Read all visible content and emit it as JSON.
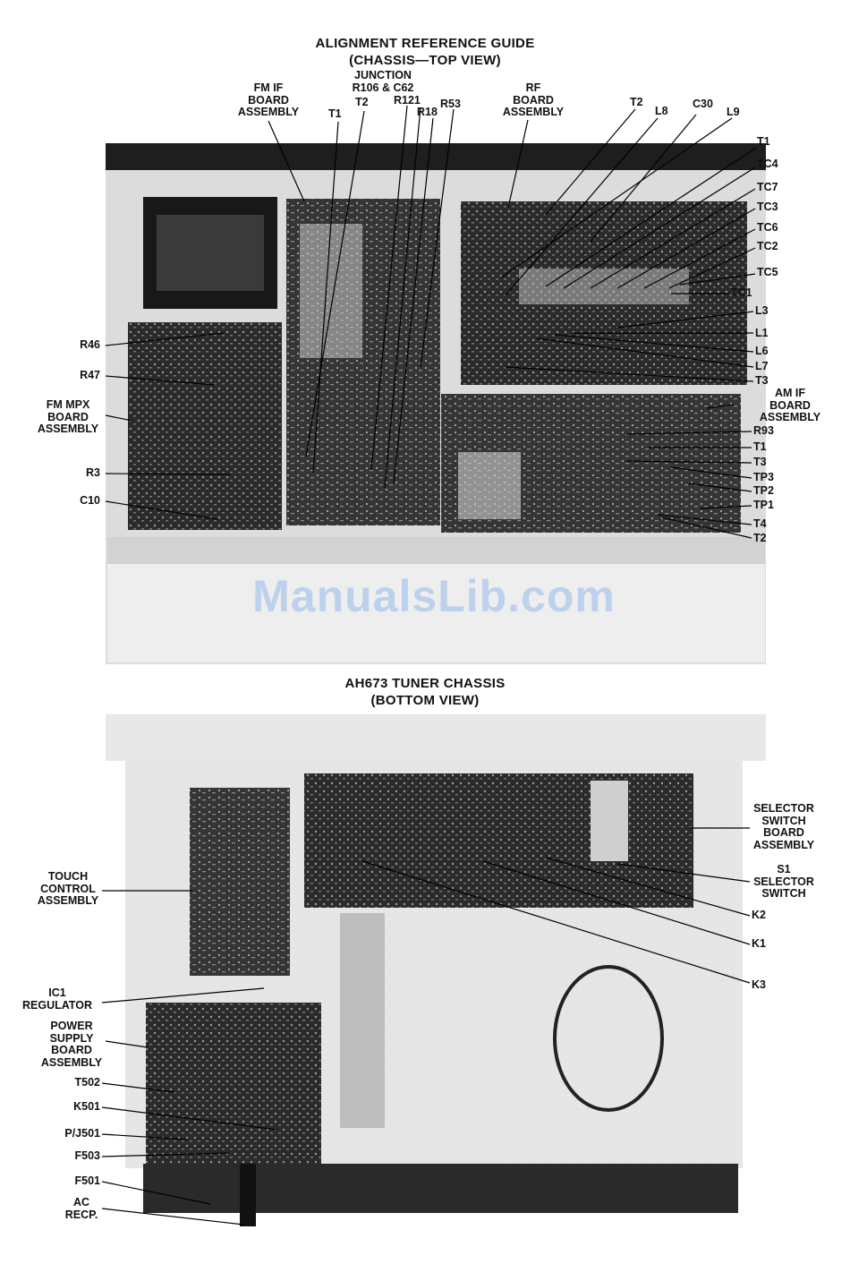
{
  "top_title_line1": "ALIGNMENT REFERENCE GUIDE",
  "top_title_line2": "(CHASSIS—TOP VIEW)",
  "bottom_title_line1": "AH673 TUNER CHASSIS",
  "bottom_title_line2": "(BOTTOM VIEW)",
  "watermark": "ManualsLib.com",
  "top_labels": {
    "fm_if_board": [
      "FM IF",
      "BOARD",
      "ASSEMBLY"
    ],
    "junction": [
      "JUNCTION",
      "R106 & C62"
    ],
    "t1": "T1",
    "t2": "T2",
    "r121": "R121",
    "r18": "R18",
    "r53": "R53",
    "rf_board": [
      "RF",
      "BOARD",
      "ASSEMBLY"
    ],
    "t2_rf": "T2",
    "l8": "L8",
    "c30": "C30",
    "l9": "L9",
    "right_col": [
      "T1",
      "TC4",
      "TC7",
      "TC3",
      "TC6",
      "TC2",
      "TC5",
      "TC1",
      "L3",
      "L1",
      "L6",
      "L7",
      "T3"
    ],
    "am_if_board": [
      "AM IF",
      "BOARD",
      "ASSEMBLY"
    ],
    "am_col": [
      "R93",
      "T1",
      "T3",
      "TP3",
      "TP2",
      "TP1",
      "T4",
      "T2"
    ],
    "r46": "R46",
    "r47": "R47",
    "fm_mpx_board": [
      "FM MPX",
      "BOARD",
      "ASSEMBLY"
    ],
    "r3": "R3",
    "c10": "C10"
  },
  "bottom_labels": {
    "selector_board": [
      "SELECTOR",
      "SWITCH",
      "BOARD",
      "ASSEMBLY"
    ],
    "s1": [
      "S1",
      "SELECTOR",
      "SWITCH"
    ],
    "k2": "K2",
    "k1": "K1",
    "k3": "K3",
    "touch_control": [
      "TOUCH",
      "CONTROL",
      "ASSEMBLY"
    ],
    "ic1": [
      "IC1",
      "REGULATOR"
    ],
    "power_supply": [
      "POWER",
      "SUPPLY",
      "BOARD",
      "ASSEMBLY"
    ],
    "t502": "T502",
    "k501": "K501",
    "pj501": "P/J501",
    "f503": "F503",
    "f501": "F501",
    "ac_recp": [
      "AC",
      "RECP."
    ]
  }
}
